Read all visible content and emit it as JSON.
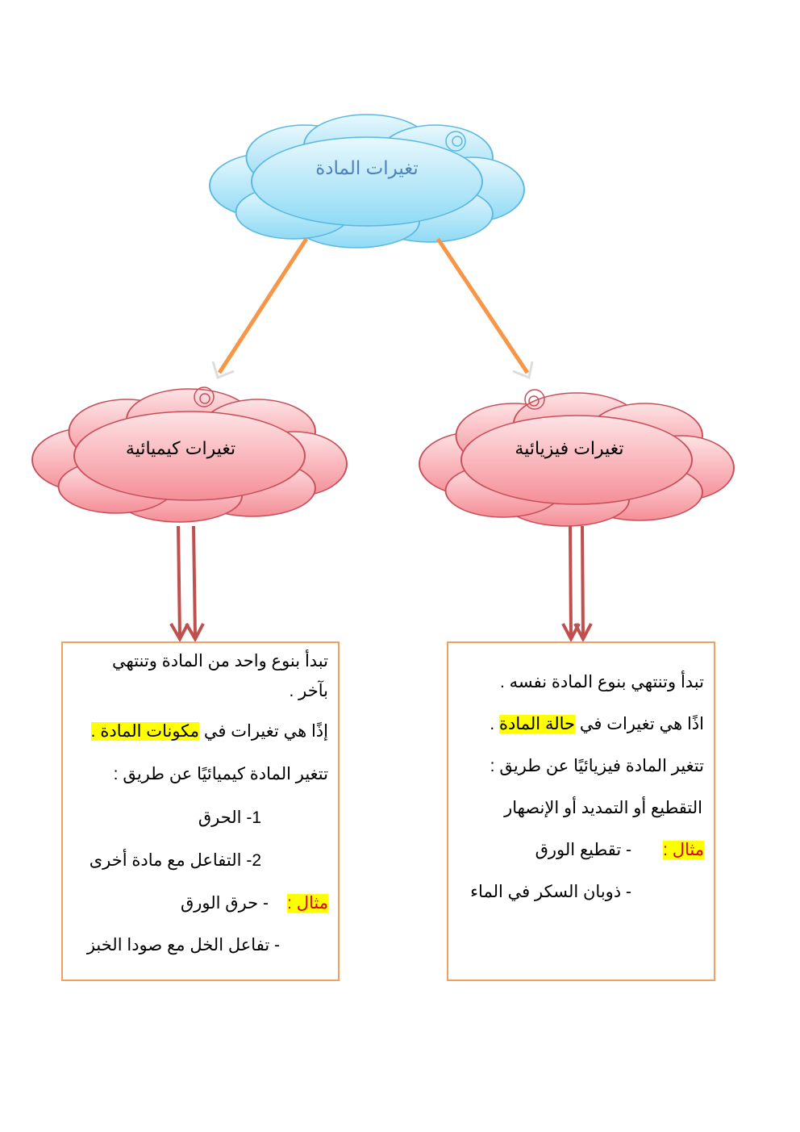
{
  "root": {
    "title": "تغيرات المادة"
  },
  "branches": [
    {
      "title": "تغيرات كيميائية",
      "lines": {
        "l1": "تبدأ بنوع واحد من المادة وتنتهي",
        "l2": "بآخر .",
        "l3_pre": "إذًا هي تغيرات في ",
        "l3_hl": "مكونات المادة .",
        "l4": "تتغير المادة كيميائيًا عن طريق :",
        "l5": "1-   الحرق",
        "l6": "2-   التفاعل مع مادة أخرى",
        "example_label": "مثال :",
        "example1": "-  حرق الورق",
        "example2": "-  تفاعل الخل مع صودا الخبز"
      }
    },
    {
      "title": "تغيرات فيزيائية",
      "lines": {
        "l1": "تبدأ وتنتهي بنوع المادة نفسه .",
        "l2_pre": "اذًا هي تغيرات في ",
        "l2_hl": "حالة المادة",
        "l2_post": "  .",
        "l3": "تتغير المادة فيزيائيًا عن طريق  :",
        "l4": "التقطيع أو التمديد أو الإنصهار",
        "example_label": "مثال :",
        "example1": "- تقطيع الورق",
        "example2": "- ذوبان السكر في الماء"
      }
    }
  ],
  "colors": {
    "root_cloud": "#a6e4f7",
    "branch_cloud": "#f7a6ad",
    "orange_arrow": "#f79646",
    "red_arrow": "#c0504d",
    "box_border": "#f0a060"
  }
}
